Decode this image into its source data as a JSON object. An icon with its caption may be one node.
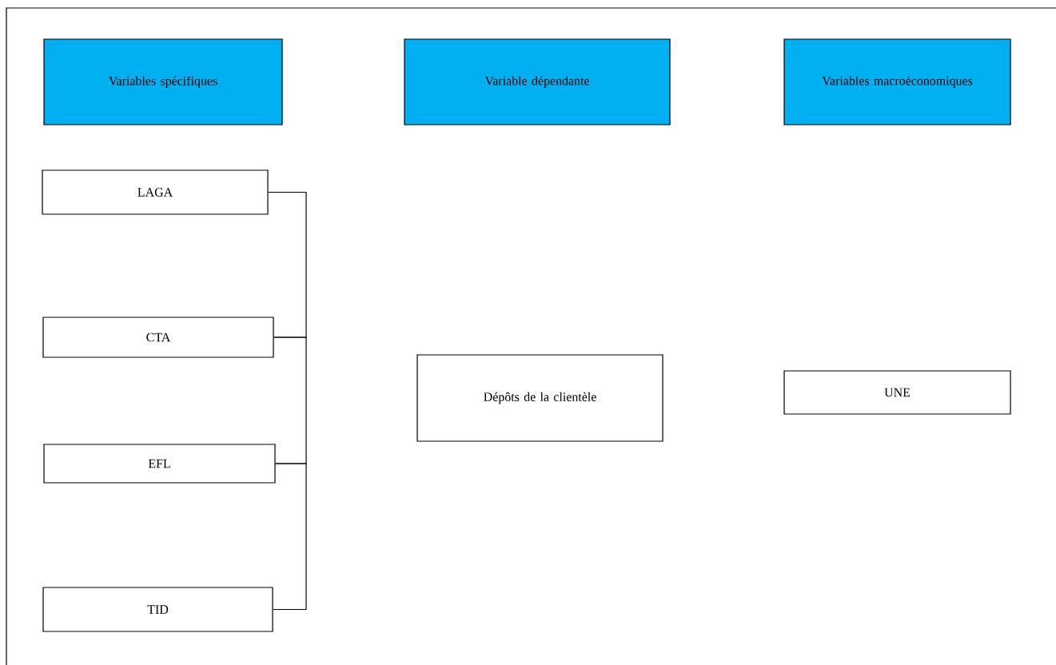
{
  "diagram": {
    "nodes": [
      {
        "text": [
          "Variables spécifiques"
        ]
      },
      {
        "text": [
          "Variable dépendante"
        ]
      },
      {
        "text": [
          "Variables macroéconomiques"
        ]
      },
      {
        "text": [
          "LAGA"
        ]
      },
      {
        "text": [
          "CTA"
        ]
      },
      {
        "text": [
          "EFL"
        ]
      },
      {
        "text": [
          "TID"
        ]
      },
      {
        "text": [
          "Dépôts de la clientèle"
        ]
      },
      {
        "text": [
          "UNE"
        ]
      }
    ],
    "edges": [
      {
        "from": 3,
        "to": 4,
        "arrow": "none"
      },
      {
        "from": 4,
        "to": 5,
        "arrow": "none"
      },
      {
        "from": 5,
        "to": 6,
        "arrow": "none"
      }
    ]
  }
}
